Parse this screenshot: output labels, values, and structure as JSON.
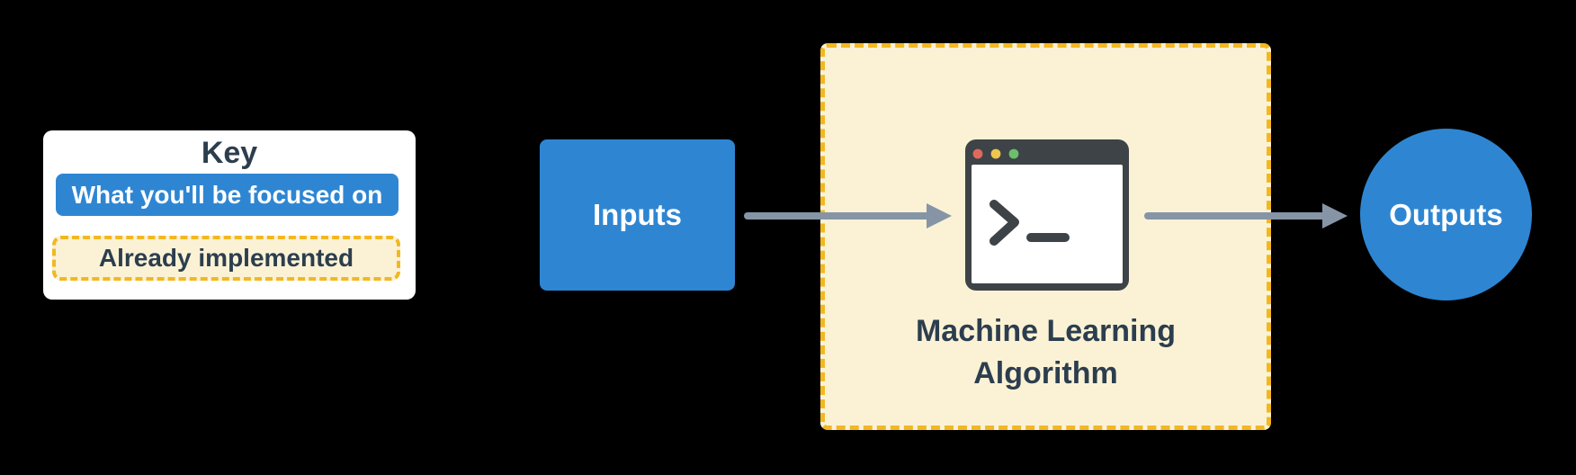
{
  "colors": {
    "bg": "#000000",
    "white": "#FFFFFF",
    "blue": "#2E86D3",
    "cream": "#FBF2D5",
    "gold": "#F2B822",
    "navy": "#2C3E4E",
    "arrow_gray": "#8695A6",
    "terminal_dark": "#3E4347",
    "dot_red": "#E0695E",
    "dot_yellow": "#ECC64F",
    "dot_green": "#6CBE6C"
  },
  "key": {
    "title": "Key",
    "focused_label": "What you'll be focused on",
    "implemented_label": "Already implemented"
  },
  "flow": {
    "input_label": "Inputs",
    "algorithm_label_line1": "Machine Learning",
    "algorithm_label_line2": "Algorithm",
    "output_label": "Outputs"
  }
}
